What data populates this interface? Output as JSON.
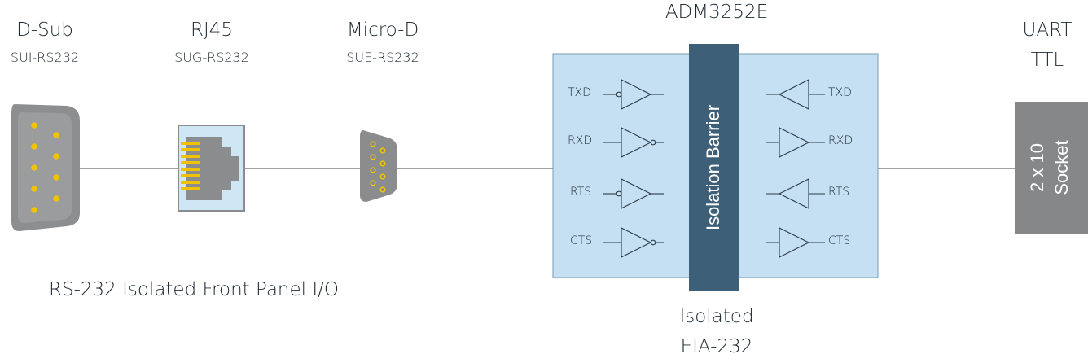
{
  "connectors": {
    "dsub": {
      "name": "D-Sub",
      "model": "SUI-RS232"
    },
    "rj45": {
      "name": "RJ45",
      "model": "SUG-RS232"
    },
    "microd": {
      "name": "Micro-D",
      "model": "SUE-RS232"
    }
  },
  "chip": {
    "name": "ADM3252E",
    "barrier_label": "Isolation Barrier"
  },
  "uart": {
    "line1": "UART",
    "line2": "TTL"
  },
  "socket": {
    "line1": "2 x 10",
    "line2": "Socket"
  },
  "bottom_left": "RS-232 Isolated Front Panel I/O",
  "bottom_center": {
    "line1": "Isolated",
    "line2": "EIA-232"
  },
  "channels": {
    "left": [
      "TXD",
      "RXD",
      "RTS",
      "CTS"
    ],
    "right": [
      "TXD",
      "RXD",
      "RTS",
      "CTS"
    ]
  },
  "colors": {
    "box_fill": "#c4e0f2",
    "barrier": "#3e5f78",
    "connector_gray": "#8b8c8e",
    "pin": "#f2c200",
    "socket": "#868789"
  }
}
